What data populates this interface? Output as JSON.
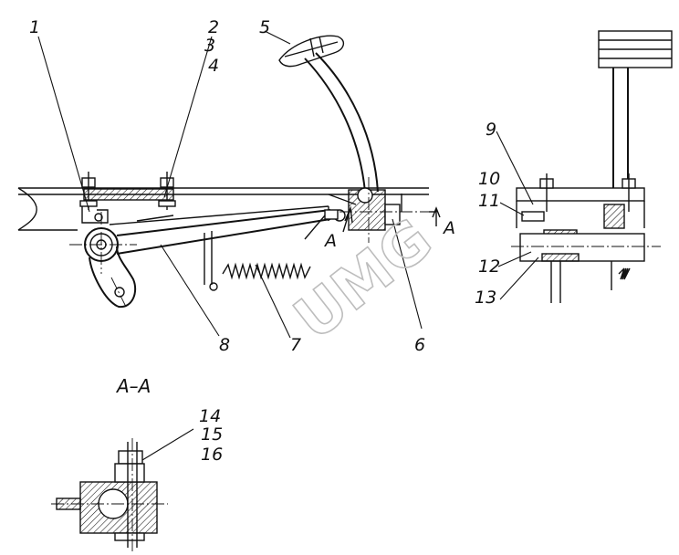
{
  "watermark": "UMG",
  "section_label": "A–A",
  "section_marks": [
    "A",
    "A"
  ],
  "callouts": [
    "1",
    "2",
    "3",
    "4",
    "5",
    "6",
    "7",
    "8",
    "9",
    "10",
    "11",
    "12",
    "13",
    "14",
    "15",
    "16"
  ]
}
